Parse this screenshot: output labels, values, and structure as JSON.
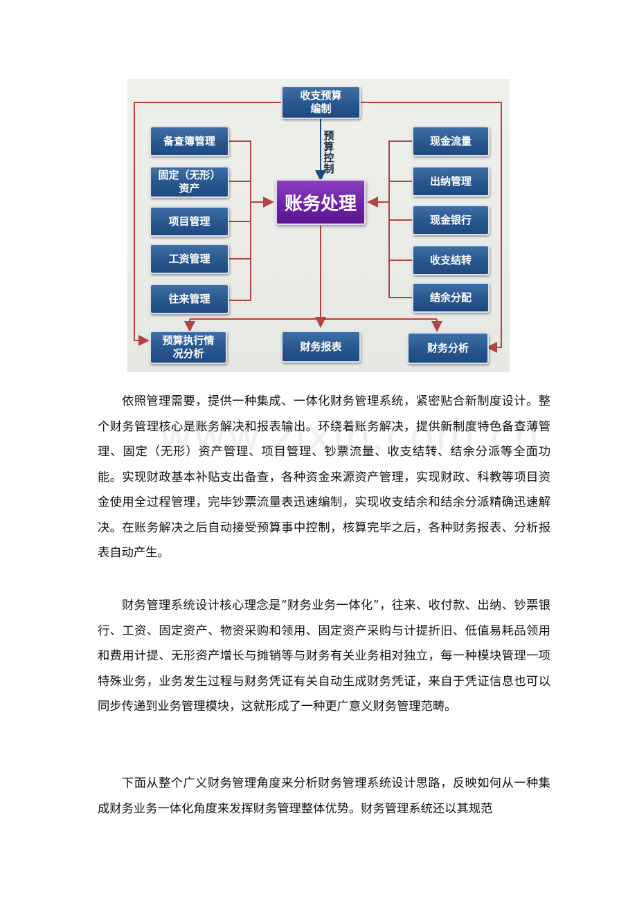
{
  "diagram": {
    "top_box": "收支预算\n编制",
    "vertical_label": "预算控制",
    "center_box": "账务处理",
    "left_boxes": [
      "备查簿管理",
      "固定（无形）\n资产",
      "项目管理",
      "工资管理",
      "往来管理"
    ],
    "right_boxes": [
      "现金流量",
      "出纳管理",
      "现金银行",
      "收支结转",
      "结余分配"
    ],
    "bottom_boxes": [
      "预算执行情\n况分析",
      "财务报表",
      "财务分析"
    ],
    "colors": {
      "box_blue": "#28568f",
      "center_purple": "#6c1fa6",
      "arrow_red": "#b5433f",
      "arrow_blue": "#1f4a80"
    }
  },
  "watermark": "www.zixin.com.cn",
  "paragraphs": [
    "依照管理需要，提供一种集成、一体化财务管理系统，紧密贴合新制度设计。整个财务管理核心是账务解决和报表输出。环绕着账务解决，提供新制度特色备查薄管理、固定（无形）资产管理、项目管理、钞票流量、收支结转、结余分派等全面功能。实现财政基本补贴支出备查，各种资金来源资产管理，实现财政、科教等项目资金使用全过程管理，完毕钞票流量表迅速编制，实现收支结余和结余分派精确迅速解决。在账务解决之后自动接受预算事中控制，核算完毕之后，各种财务报表、分析报表自动产生。",
    "财务管理系统设计核心理念是“财务业务一体化”，往来、收付款、出纳、钞票银行、工资、固定资产、物资采购和领用、固定资产采购与计提折旧、低值易耗品领用和费用计提、无形资产增长与摊销等与财务有关业务相对独立，每一种模块管理一项特殊业务，业务发生过程与财务凭证有关自动生成财务凭证，来自于凭证信息也可以同步传递到业务管理模块，这就形成了一种更广意义财务管理范畴。",
    "下面从整个广义财务管理角度来分析财务管理系统设计思路，反映如何从一种集成财务业务一体化角度来发挥财务管理整体优势。财务管理系统还以其规范"
  ]
}
